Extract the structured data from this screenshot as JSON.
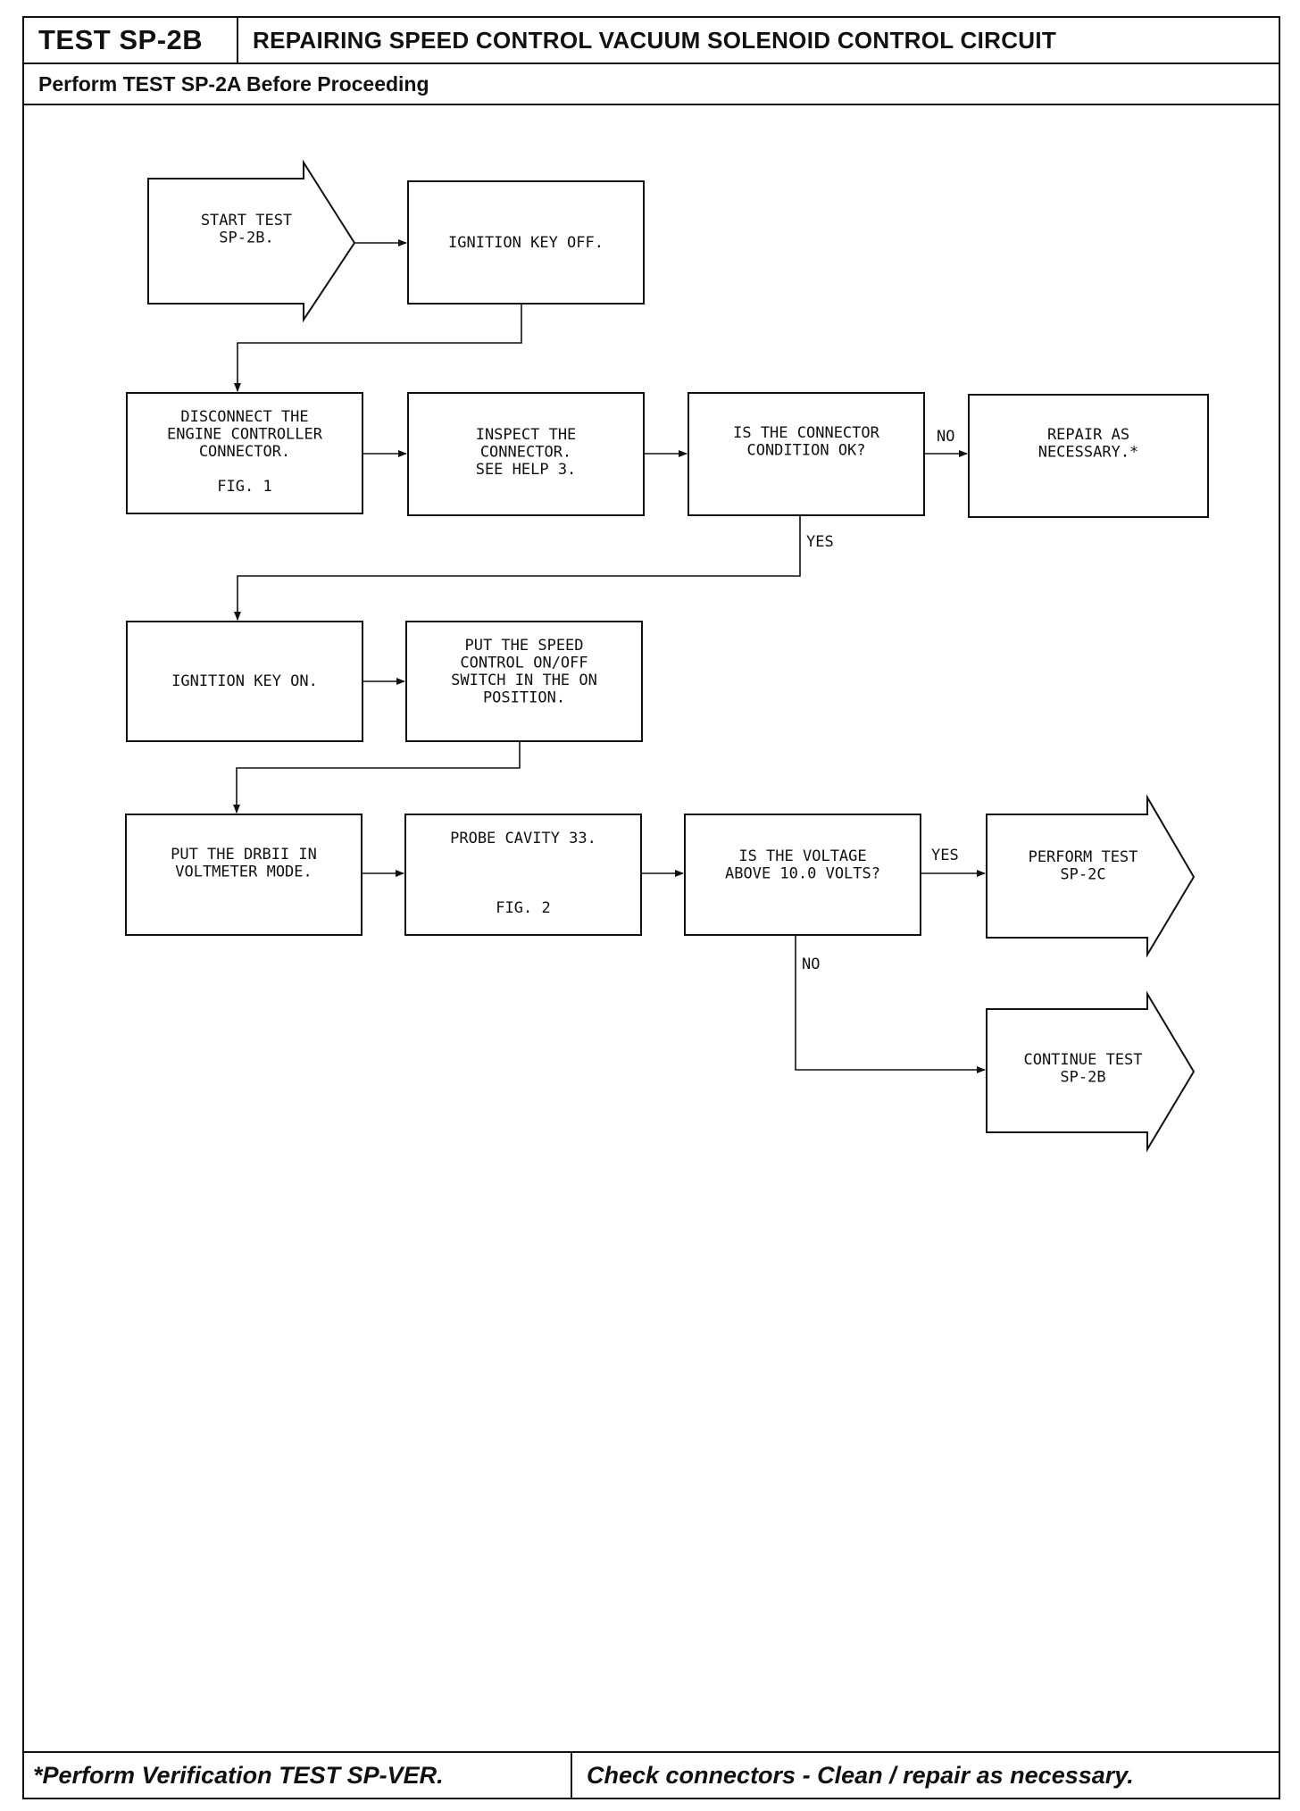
{
  "header": {
    "test_id": "TEST SP-2B",
    "title": "REPAIRING SPEED CONTROL VACUUM SOLENOID CONTROL CIRCUIT",
    "subtitle": "Perform TEST SP-2A Before Proceeding"
  },
  "flow": {
    "start": [
      "START TEST",
      "SP-2B."
    ],
    "ignition_off": [
      "IGNITION KEY OFF."
    ],
    "disconnect": [
      "DISCONNECT THE",
      "ENGINE CONTROLLER",
      "CONNECTOR.",
      "",
      "FIG. 1"
    ],
    "inspect": [
      "INSPECT THE",
      "CONNECTOR.",
      "SEE HELP 3."
    ],
    "decision_connector": [
      "IS THE CONNECTOR",
      "CONDITION OK?"
    ],
    "repair": [
      "REPAIR AS",
      "NECESSARY.*"
    ],
    "ignition_on": [
      "IGNITION KEY ON."
    ],
    "speed_switch": [
      "PUT THE SPEED",
      "CONTROL ON/OFF",
      "SWITCH IN THE ON",
      "POSITION."
    ],
    "drbii": [
      "PUT THE DRBII IN",
      "VOLTMETER MODE."
    ],
    "probe": [
      "PROBE CAVITY 33.",
      "",
      "",
      "",
      "FIG. 2"
    ],
    "decision_voltage": [
      "IS THE VOLTAGE",
      "ABOVE 10.0 VOLTS?"
    ],
    "perform_2c": [
      "PERFORM TEST",
      "SP-2C"
    ],
    "continue_2b": [
      "CONTINUE TEST",
      "SP-2B"
    ],
    "labels": {
      "no_1": "NO",
      "yes_1": "YES",
      "yes_2": "YES",
      "no_2": "NO"
    }
  },
  "footer": {
    "left": "*Perform Verification TEST SP-VER.",
    "right": "Check connectors - Clean / repair as necessary."
  }
}
